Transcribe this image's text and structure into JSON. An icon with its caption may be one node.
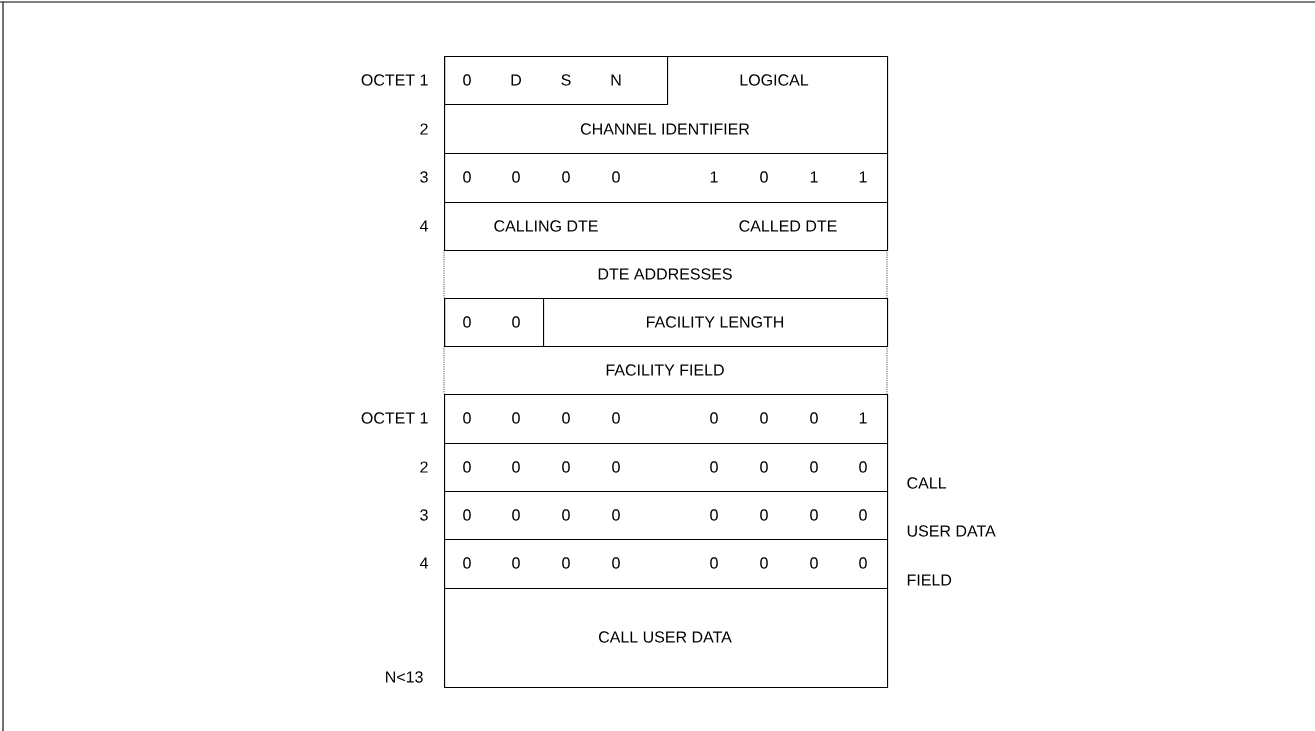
{
  "diagram": {
    "nodes": [
      {
        "text": [
          "LOGICAL",
          "CHANNEL IDENTIFIER"
        ]
      },
      {
        "text": [
          "0",
          "D",
          "S",
          "N"
        ],
        "in": 0
      },
      {
        "text": [
          "0",
          "0",
          "0",
          "0",
          "1",
          "0",
          "1",
          "1"
        ]
      },
      {
        "text": [
          "CALLING DTE",
          "CALLED DTE"
        ]
      },
      {
        "text": [
          "DTE ADDRESSES"
        ]
      },
      {
        "text": [
          "FACILITY LENGTH"
        ]
      },
      {
        "text": [
          "0",
          "0"
        ],
        "in": 5
      },
      {
        "text": [
          "FACILITY FIELD"
        ]
      },
      {
        "text": [
          "0",
          "0",
          "0",
          "0",
          "0",
          "0",
          "0",
          "1"
        ]
      },
      {
        "text": [
          "0",
          "0",
          "0",
          "0",
          "0",
          "0",
          "0",
          "0"
        ]
      },
      {
        "text": [
          "0",
          "0",
          "0",
          "0",
          "0",
          "0",
          "0",
          "0"
        ]
      },
      {
        "text": [
          "0",
          "0",
          "0",
          "0",
          "0",
          "0",
          "0",
          "0"
        ]
      },
      {
        "text": [
          "CALL USER DATA"
        ]
      }
    ],
    "labels": [
      "OCTET 1",
      "2",
      "3",
      "4",
      "OCTET 1",
      "2",
      "CALL",
      "3",
      "USER DATA",
      "4",
      "FIELD",
      "N<13"
    ]
  }
}
